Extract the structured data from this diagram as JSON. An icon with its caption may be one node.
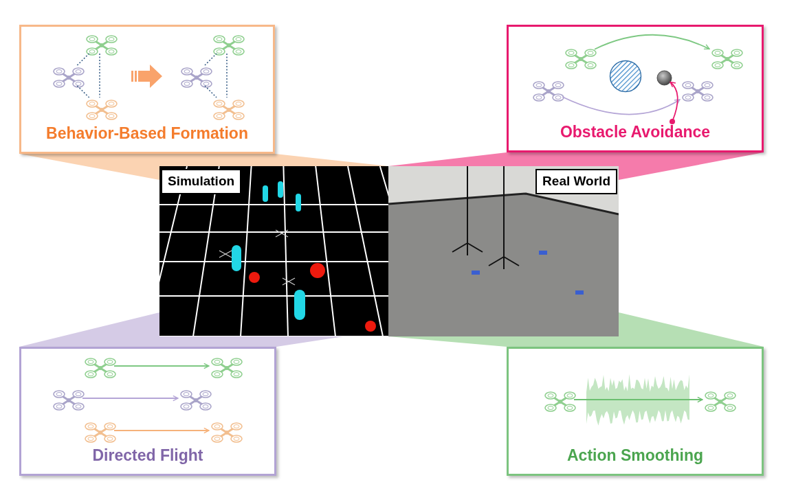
{
  "diagram": {
    "nodes": [
      {
        "text": [
          "Behavior-Based Formation"
        ]
      },
      {
        "text": [],
        "shape": "picture",
        "in": 0
      },
      {
        "text": [],
        "shape": "picture",
        "in": 0
      },
      {
        "text": [],
        "shape": "picture",
        "in": 0
      },
      {
        "text": [],
        "shape": "picture",
        "in": 0
      },
      {
        "text": [],
        "shape": "picture",
        "in": 0
      },
      {
        "text": [],
        "shape": "picture",
        "in": 0
      },
      {
        "text": [
          "Obstacle Avoidance"
        ]
      },
      {
        "text": [],
        "shape": "picture",
        "in": 7
      },
      {
        "text": [],
        "shape": "picture",
        "in": 7
      },
      {
        "text": [],
        "shape": "circle",
        "in": 7
      },
      {
        "text": [],
        "shape": "circle",
        "in": 7
      },
      {
        "text": [],
        "shape": "picture",
        "in": 7
      },
      {
        "text": [],
        "shape": "picture",
        "in": 7
      },
      {
        "text": [
          "Simulation"
        ]
      },
      {
        "text": [
          "Real World"
        ]
      },
      {
        "text": [
          "Directed Flight"
        ]
      },
      {
        "text": [],
        "shape": "picture",
        "in": 16
      },
      {
        "text": [],
        "shape": "picture",
        "in": 16
      },
      {
        "text": [],
        "shape": "picture",
        "in": 16
      },
      {
        "text": [],
        "shape": "picture",
        "in": 16
      },
      {
        "text": [],
        "shape": "picture",
        "in": 16
      },
      {
        "text": [],
        "shape": "picture",
        "in": 16
      },
      {
        "text": [
          "Action Smoothing"
        ]
      },
      {
        "text": [],
        "shape": "picture",
        "in": 23
      },
      {
        "text": [],
        "shape": "picture",
        "in": 23
      }
    ],
    "edges": [
      {
        "from": 1,
        "to": 2,
        "arrow": "none",
        "style": "dashed",
        "color": "#3d6289"
      },
      {
        "from": 1,
        "to": 3,
        "arrow": "none",
        "style": "dashed",
        "color": "#3d6289"
      },
      {
        "from": 2,
        "to": 3,
        "arrow": "none",
        "style": "dashed",
        "color": "#3d6289"
      },
      {
        "from": 4,
        "to": 5,
        "arrow": "none",
        "style": "dashed",
        "color": "#3d6289"
      },
      {
        "from": 4,
        "to": 6,
        "arrow": "none",
        "style": "dashed",
        "color": "#3d6289"
      },
      {
        "from": 5,
        "to": 6,
        "arrow": "none",
        "style": "dashed",
        "color": "#3d6289"
      },
      {
        "from": 8,
        "to": 12,
        "arrow": "to",
        "color": "#7dc882"
      },
      {
        "from": 9,
        "to": 13,
        "arrow": "to",
        "color": "#b4a5d6"
      },
      {
        "from": null,
        "to": 11,
        "arrow": "to",
        "color": "#e8196e"
      },
      {
        "from": 17,
        "to": 18,
        "arrow": "to",
        "color": "#7dc882"
      },
      {
        "from": 19,
        "to": 20,
        "arrow": "to",
        "color": "#b4a5d6"
      },
      {
        "from": 21,
        "to": 22,
        "arrow": "to",
        "color": "#f6b27a"
      },
      {
        "from": 24,
        "to": 25,
        "arrow": "to",
        "color": "#6cbf70"
      }
    ]
  }
}
